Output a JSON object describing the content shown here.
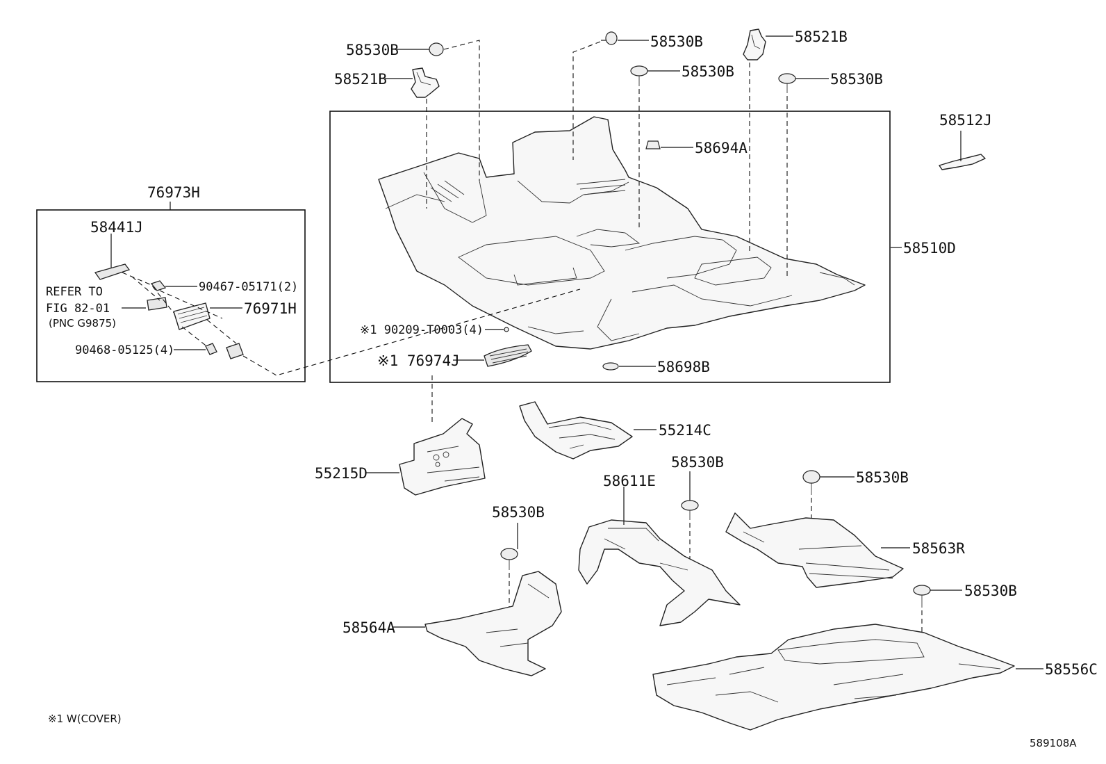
{
  "diagram_id": "589108A",
  "footnote": "※1 W(COVER)",
  "labels": {
    "p58530B_a": "58530B",
    "p58530B_b": "58530B",
    "p58521B_a": "58521B",
    "p58521B_b": "58521B",
    "p58530B_c": "58530B",
    "p58530B_d": "58530B",
    "p58512J": "58512J",
    "p58694A": "58694A",
    "p58510D": "58510D",
    "p76973H": "76973H",
    "p58441J": "58441J",
    "refer_line1": "REFER TO",
    "refer_line2": "FIG 82-01",
    "refer_line3": "(PNC G9875)",
    "p90467": "90467-05171(2)",
    "p76971H": "76971H",
    "p90468": "90468-05125(4)",
    "p90209": "※1 90209-T0003(4)",
    "p76974J": "※1 76974J",
    "p58698B": "58698B",
    "p55214C": "55214C",
    "p55215D": "55215D",
    "p58530B_e": "58530B",
    "p58611E": "58611E",
    "p58530B_f": "58530B",
    "p58563R": "58563R",
    "p58530B_g": "58530B",
    "p58564A": "58564A",
    "p58530B_h": "58530B",
    "p58556C": "58556C"
  }
}
